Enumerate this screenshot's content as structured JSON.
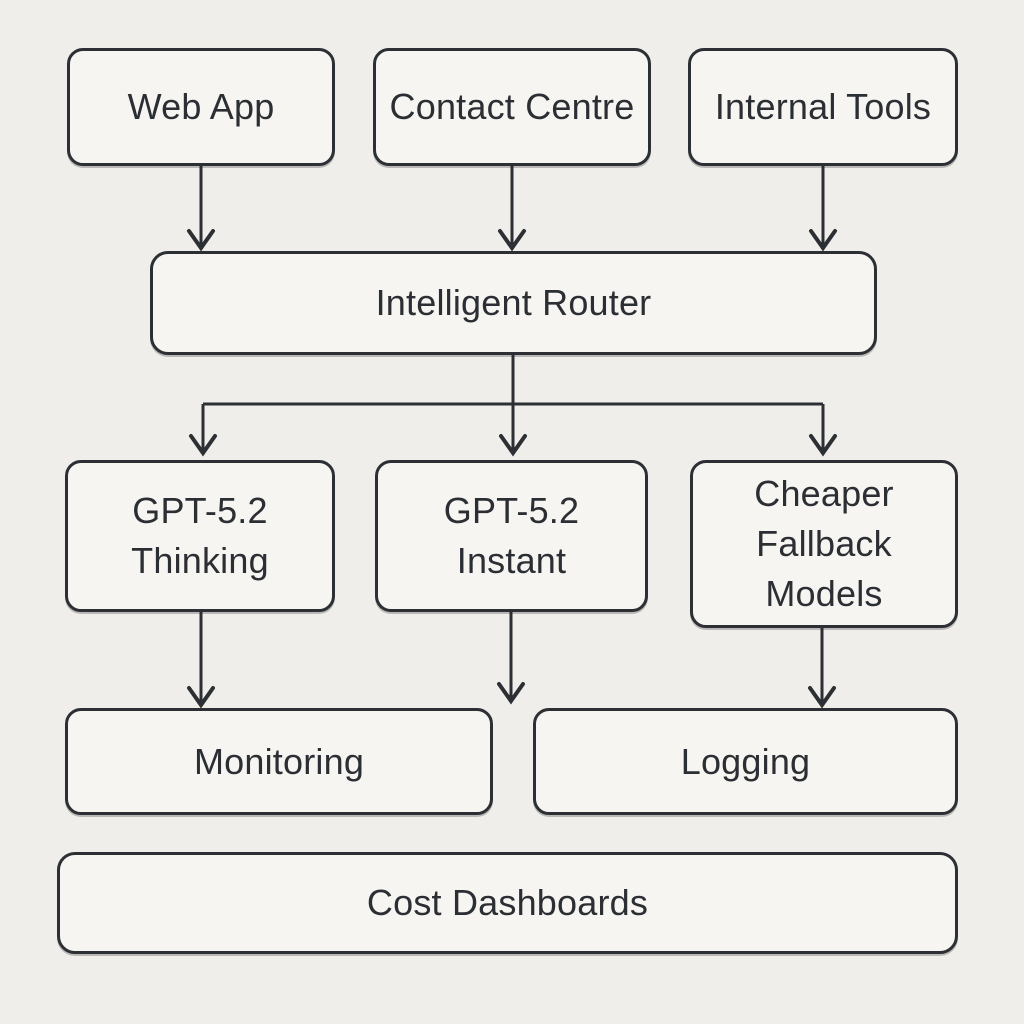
{
  "diagram": {
    "type": "flowchart",
    "colors": {
      "background": "#f0eeea",
      "node_fill": "#f6f5f2",
      "stroke": "#2c2f33",
      "text": "#2b2e33"
    },
    "nodes": {
      "web_app": {
        "label": "Web App"
      },
      "contact_centre": {
        "label": "Contact Centre"
      },
      "internal_tools": {
        "label": "Internal Tools"
      },
      "intelligent_router": {
        "label": "Intelligent Router"
      },
      "gpt_thinking": {
        "label": "GPT-5.2\nThinking"
      },
      "gpt_instant": {
        "label": "GPT-5.2\nInstant"
      },
      "cheaper_fallback": {
        "label": "Cheaper\nFallback\nModels"
      },
      "monitoring": {
        "label": "Monitoring"
      },
      "logging": {
        "label": "Logging"
      },
      "cost_dashboards": {
        "label": "Cost Dashboards"
      }
    },
    "edges": [
      {
        "from": "web_app",
        "to": "intelligent_router"
      },
      {
        "from": "contact_centre",
        "to": "intelligent_router"
      },
      {
        "from": "internal_tools",
        "to": "intelligent_router"
      },
      {
        "from": "intelligent_router",
        "to": "gpt_thinking"
      },
      {
        "from": "intelligent_router",
        "to": "gpt_instant"
      },
      {
        "from": "intelligent_router",
        "to": "cheaper_fallback"
      },
      {
        "from": "gpt_thinking",
        "to": "monitoring"
      },
      {
        "from": "gpt_instant",
        "to": "between_monitoring_and_logging"
      },
      {
        "from": "cheaper_fallback",
        "to": "logging"
      }
    ]
  }
}
